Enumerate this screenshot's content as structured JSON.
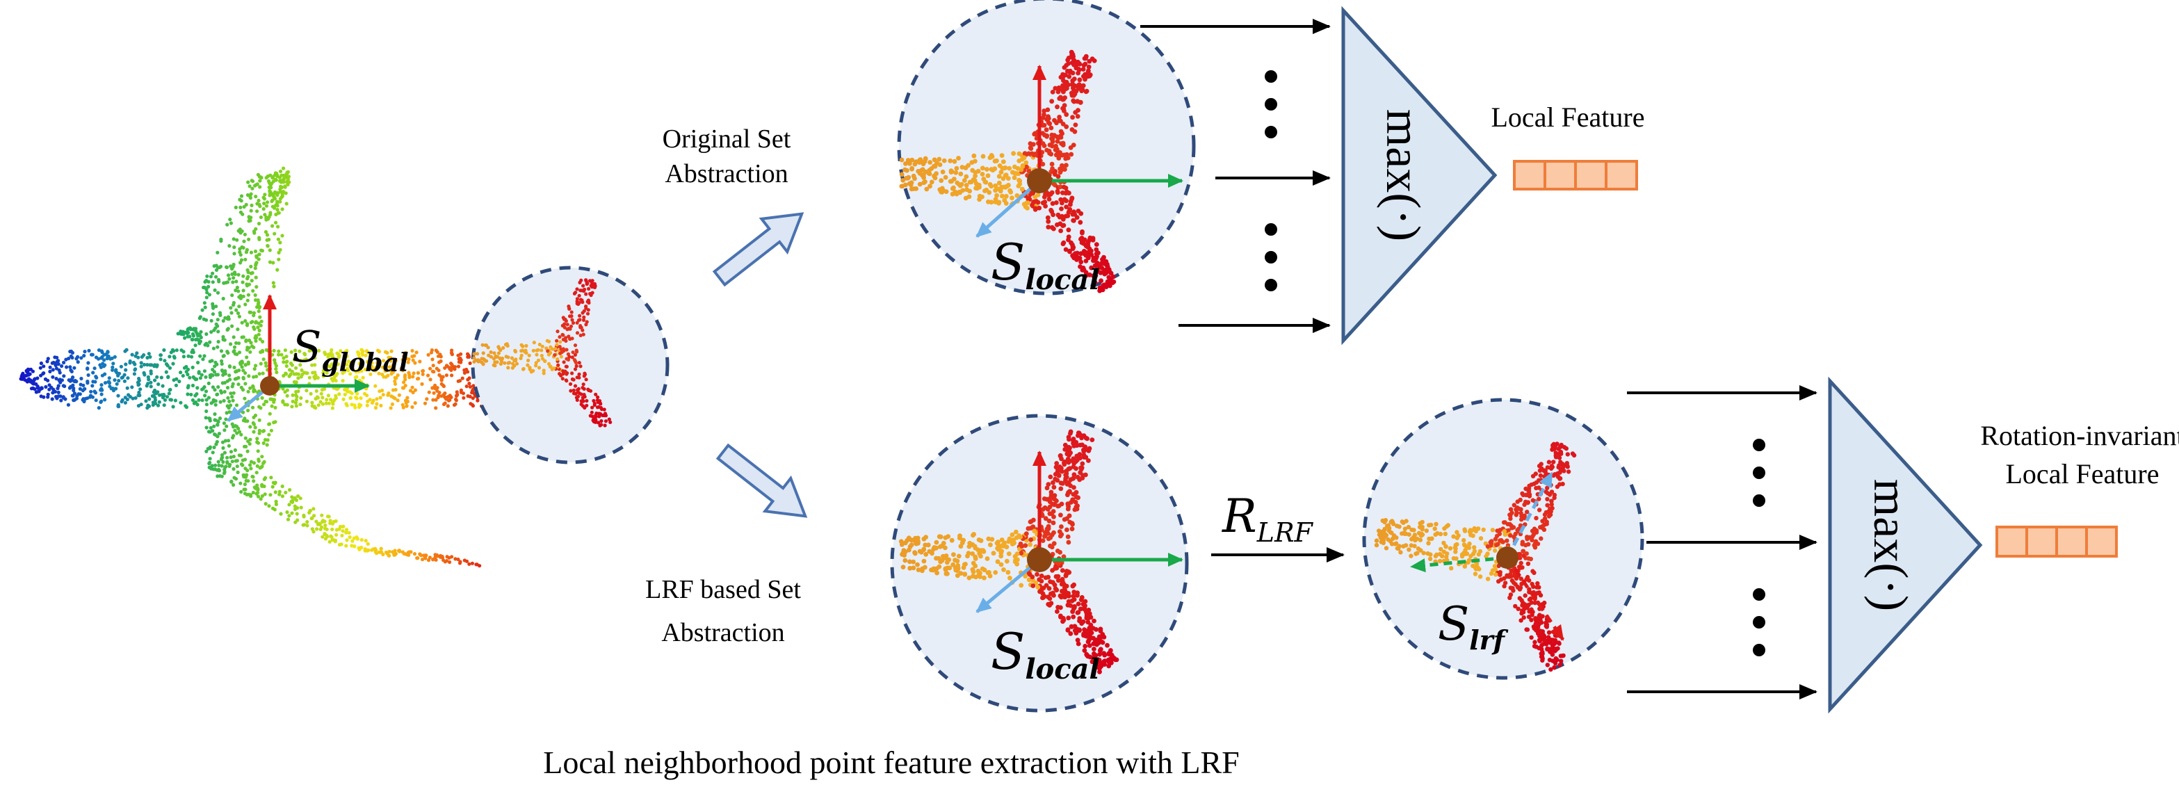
{
  "labels": {
    "original_sa_line1": "Original Set",
    "original_sa_line2": "Abstraction",
    "lrf_sa_line1": "LRF based Set",
    "lrf_sa_line2": "Abstraction",
    "local_feature": "Local Feature",
    "ri_feature_line1": "Rotation-invariant",
    "ri_feature_line2": "Local Feature",
    "max_op": "max(·)",
    "caption": "Local neighborhood point feature extraction with LRF"
  },
  "symbols": {
    "s": "S",
    "global_sub": "global",
    "local_sub": "local",
    "lrf_sub": "lrf",
    "r": "R",
    "r_sub": "LRF"
  },
  "colors": {
    "circle_fill": "#e7eef7",
    "circle_stroke": "#2f4a7a",
    "triangle_fill": "#dbe7f3",
    "triangle_stroke": "#3b5d8a",
    "arrow_fill": "#dce6f4",
    "arrow_stroke": "#4a72b0",
    "feature_fill": "#fbc9a6",
    "feature_stroke": "#ef7d3a",
    "axis_red": "#e01818",
    "axis_green": "#19a84a",
    "axis_blue": "#6aaee8",
    "center_point": "#8b4513"
  }
}
